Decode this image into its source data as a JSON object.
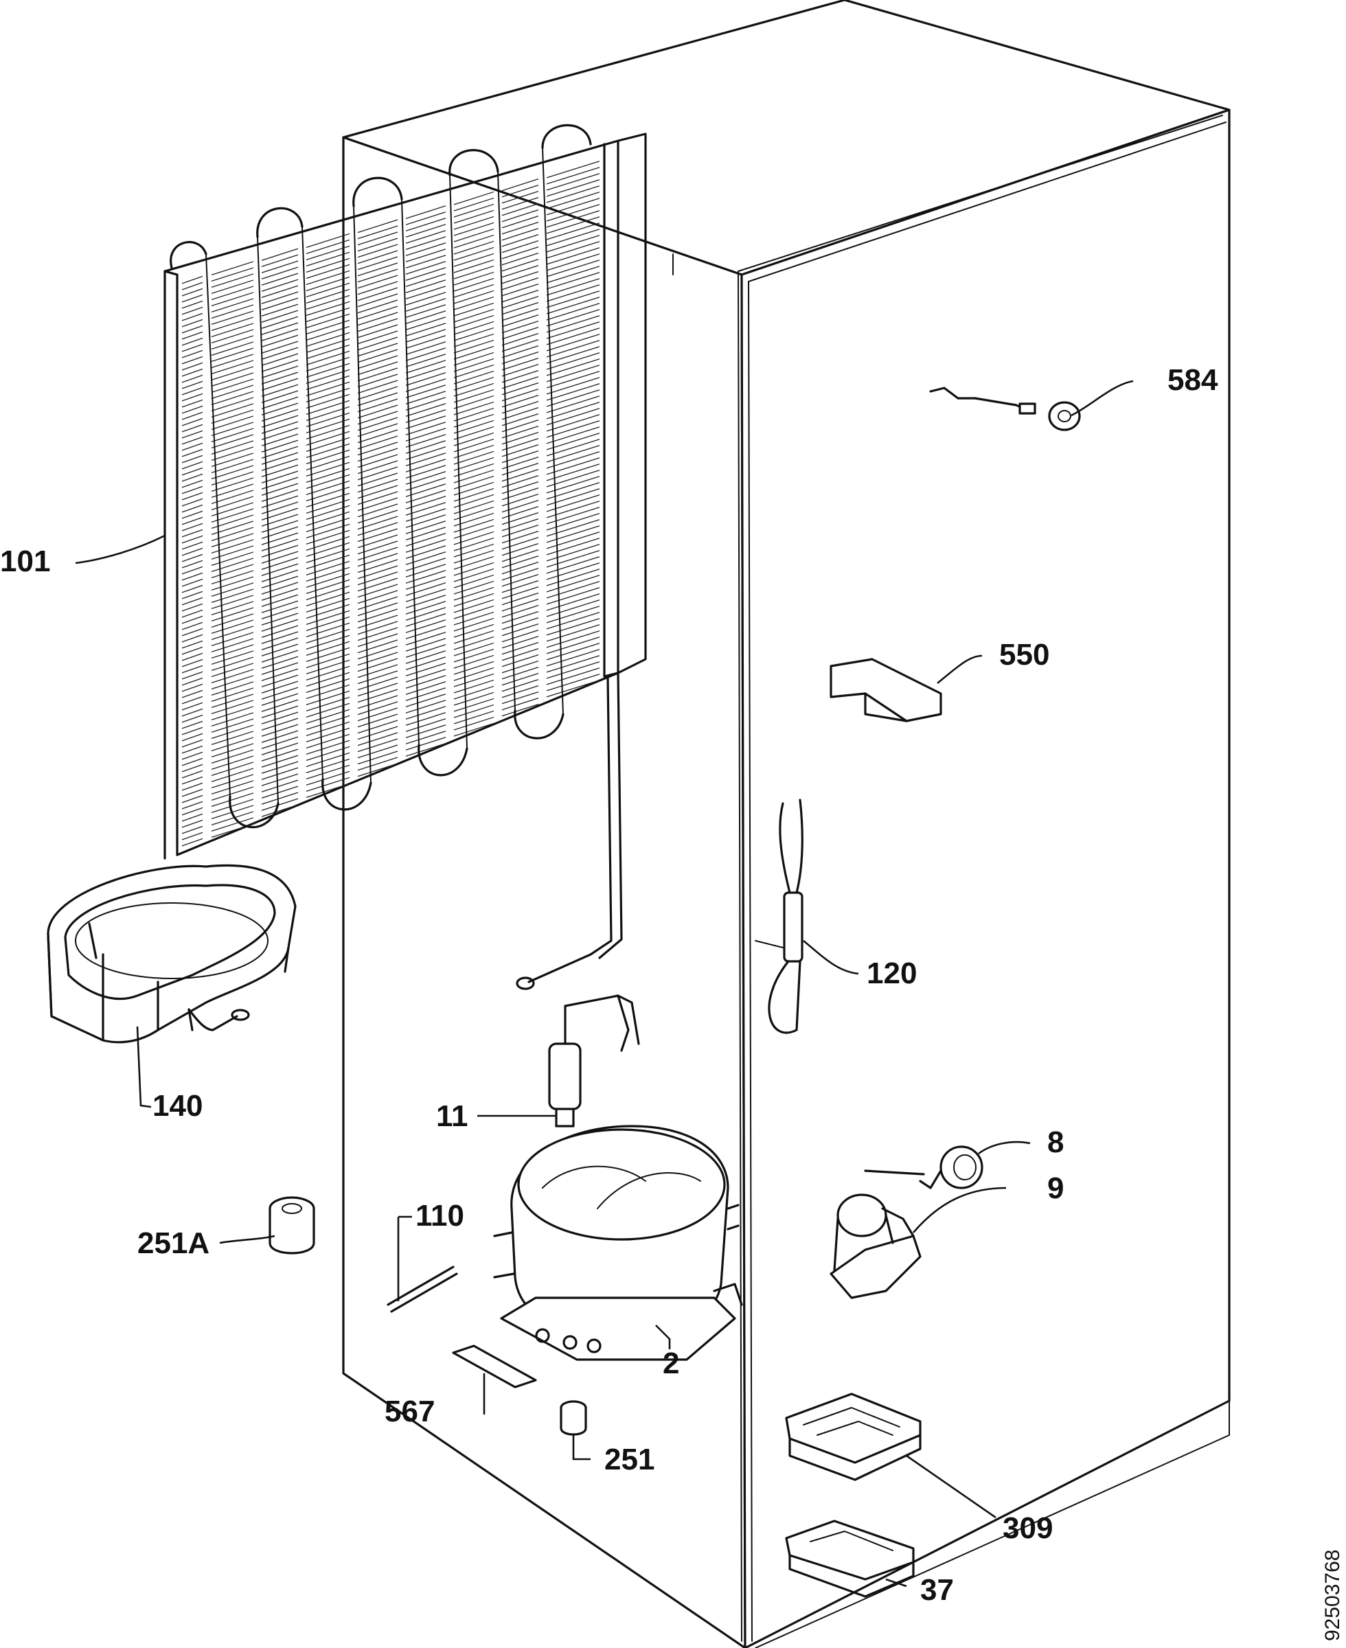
{
  "diagram": {
    "document_number": "92503768",
    "callouts": {
      "c101": "101",
      "c584": "584",
      "c550": "550",
      "c120": "120",
      "c140": "140",
      "c11": "11",
      "c8": "8",
      "c9": "9",
      "c110": "110",
      "c251a": "251A",
      "c2": "2",
      "c567": "567",
      "c251": "251",
      "c309": "309",
      "c37": "37"
    }
  }
}
